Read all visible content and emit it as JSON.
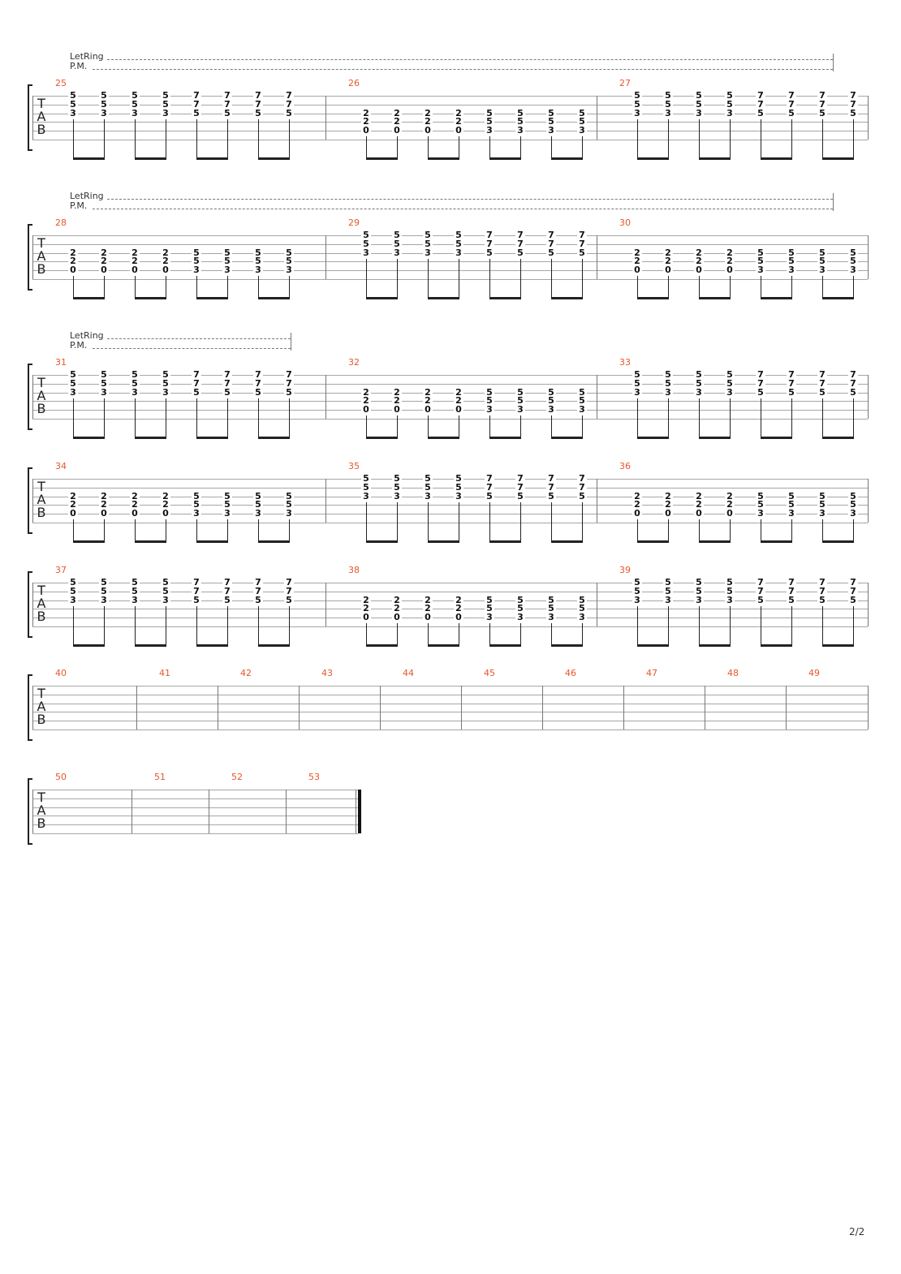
{
  "page_number": "2/2",
  "tab_clef": [
    "T",
    "A",
    "B"
  ],
  "effects": {
    "let_ring": "LetRing",
    "palm_mute": "P.M."
  },
  "patterns": {
    "A": [
      [
        "5",
        "5",
        "3"
      ],
      [
        "5",
        "5",
        "3"
      ],
      [
        "5",
        "5",
        "3"
      ],
      [
        "5",
        "5",
        "3"
      ],
      [
        "7",
        "7",
        "5"
      ],
      [
        "7",
        "7",
        "5"
      ],
      [
        "7",
        "7",
        "5"
      ],
      [
        "7",
        "7",
        "5"
      ]
    ],
    "B": [
      [
        "2",
        "2",
        "0"
      ],
      [
        "2",
        "2",
        "0"
      ],
      [
        "2",
        "2",
        "0"
      ],
      [
        "2",
        "2",
        "0"
      ],
      [
        "5",
        "5",
        "3"
      ],
      [
        "5",
        "5",
        "3"
      ],
      [
        "5",
        "5",
        "3"
      ],
      [
        "5",
        "5",
        "3"
      ]
    ]
  },
  "systems": [
    {
      "effects_span": "full",
      "measures": [
        {
          "number": "25",
          "pattern": "A"
        },
        {
          "number": "26",
          "pattern": "B"
        },
        {
          "number": "27",
          "pattern": "A"
        }
      ]
    },
    {
      "effects_span": "full",
      "measures": [
        {
          "number": "28",
          "pattern": "B"
        },
        {
          "number": "29",
          "pattern": "A"
        },
        {
          "number": "30",
          "pattern": "B"
        }
      ]
    },
    {
      "effects_span": "first",
      "measures": [
        {
          "number": "31",
          "pattern": "A"
        },
        {
          "number": "32",
          "pattern": "B"
        },
        {
          "number": "33",
          "pattern": "A"
        }
      ]
    },
    {
      "effects_span": "none",
      "measures": [
        {
          "number": "34",
          "pattern": "B"
        },
        {
          "number": "35",
          "pattern": "A"
        },
        {
          "number": "36",
          "pattern": "B"
        }
      ]
    },
    {
      "effects_span": "none",
      "measures": [
        {
          "number": "37",
          "pattern": "A"
        },
        {
          "number": "38",
          "pattern": "B"
        },
        {
          "number": "39",
          "pattern": "A"
        }
      ]
    },
    {
      "effects_span": "none",
      "measures": [
        {
          "number": "40"
        },
        {
          "number": "41"
        },
        {
          "number": "42"
        },
        {
          "number": "43"
        },
        {
          "number": "44"
        },
        {
          "number": "45"
        },
        {
          "number": "46"
        },
        {
          "number": "47"
        },
        {
          "number": "48"
        },
        {
          "number": "49"
        }
      ]
    },
    {
      "effects_span": "none",
      "final": true,
      "measures": [
        {
          "number": "50"
        },
        {
          "number": "51"
        },
        {
          "number": "52"
        },
        {
          "number": "53"
        }
      ]
    }
  ]
}
